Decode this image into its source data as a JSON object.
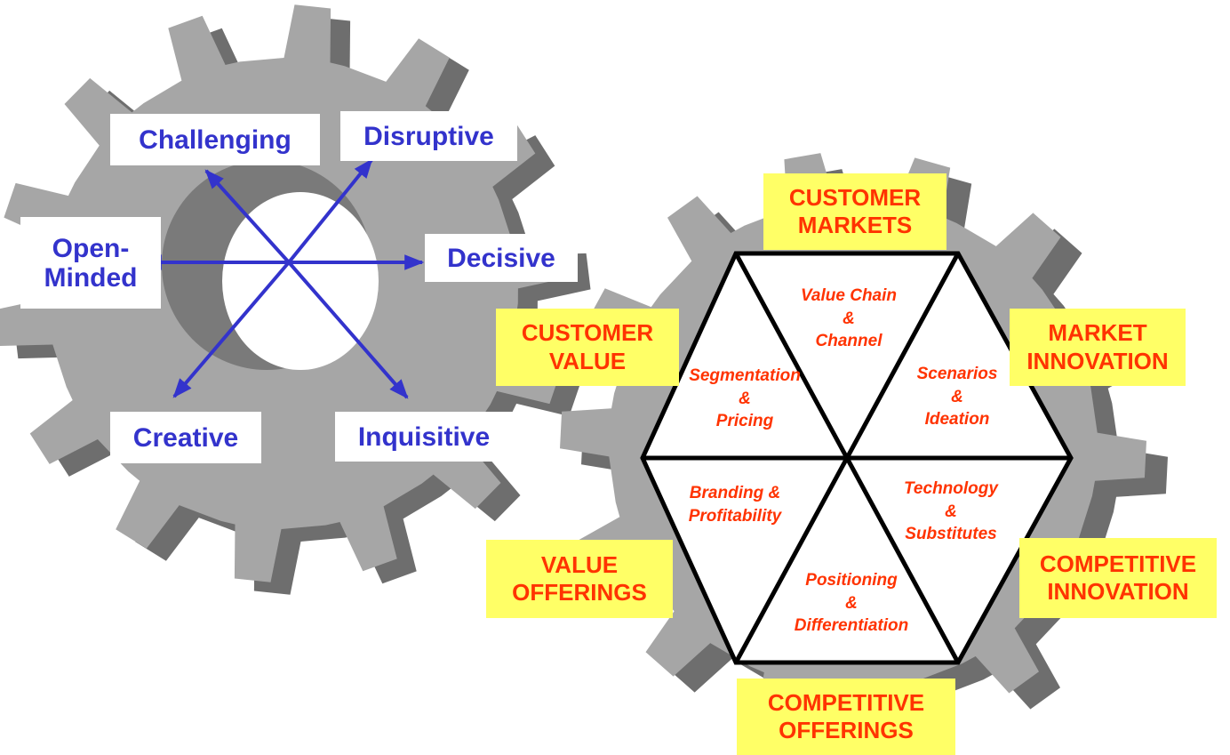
{
  "left_gear": {
    "labels": {
      "challenging": "Challenging",
      "disruptive": "Disruptive",
      "open_minded": "Open-\nMinded",
      "decisive": "Decisive",
      "creative": "Creative",
      "inquisitive": "Inquisitive"
    }
  },
  "right_gear": {
    "outer_labels": {
      "customer_markets": "CUSTOMER\nMARKETS",
      "customer_value": "CUSTOMER\nVALUE",
      "market_innovation": "MARKET\nINNOVATION",
      "value_offerings": "VALUE\nOFFERINGS",
      "competitive_innovation": "COMPETITIVE\nINNOVATION",
      "competitive_offerings": "COMPETITIVE\nOFFERINGS"
    },
    "segments": {
      "value_chain": "Value Chain\n&\nChannel",
      "segmentation": "Segmentation\n&\nPricing",
      "scenarios": "Scenarios\n&\nIdeation",
      "branding": "Branding &\nProfitability",
      "technology": "Technology\n&\nSubstitutes",
      "positioning": "Positioning\n&\nDifferentiation"
    }
  },
  "colors": {
    "gear_face": "#a6a6a6",
    "gear_side": "#6e6e6e",
    "arrow": "#3333cc",
    "label_blue": "#3333cc",
    "label_red": "#ff3300",
    "label_yellow_bg": "#ffff66"
  }
}
